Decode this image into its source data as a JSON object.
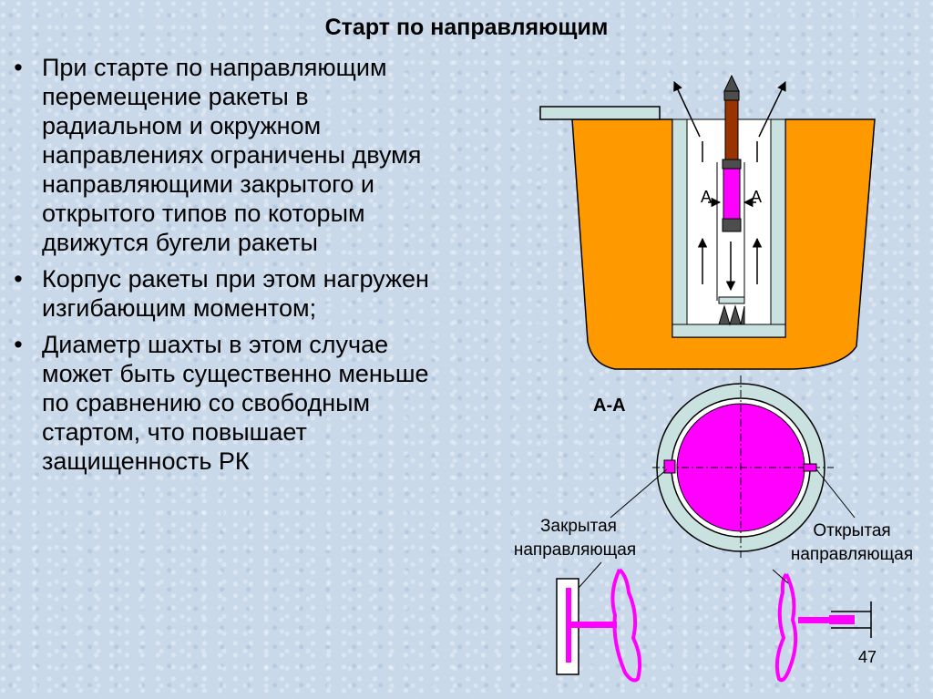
{
  "title": "Старт по направляющим",
  "bullets": [
    "При старте по направляющим перемещение ракеты в радиальном и окружном направлениях ограничены двумя направляющими закрытого и открытого типов по которым движутся бугели ракеты",
    "Корпус ракеты при этом нагружен изгибающим моментом;",
    "Диаметр шахты в этом случае может быть существенно меньше по сравнению со свободным стартом, что повышает защищенность РК"
  ],
  "bullet_glyph": "•",
  "diagram": {
    "section_marker_left": "А",
    "section_marker_right": "А",
    "section_title": "А-А",
    "closed_guide": [
      "Закрытая",
      "направляющая"
    ],
    "open_guide": [
      "Открытая",
      "направляющая"
    ]
  },
  "page_number": "47",
  "colors": {
    "ground": "#ff9900",
    "shaft_wall": "#c9e2df",
    "shaft_interior": "#ffffff",
    "rocket_stage": "#993300",
    "rocket_body": "#ff00ff",
    "rocket_dark": "#4d4d4d",
    "background": "#c9d9ea"
  }
}
